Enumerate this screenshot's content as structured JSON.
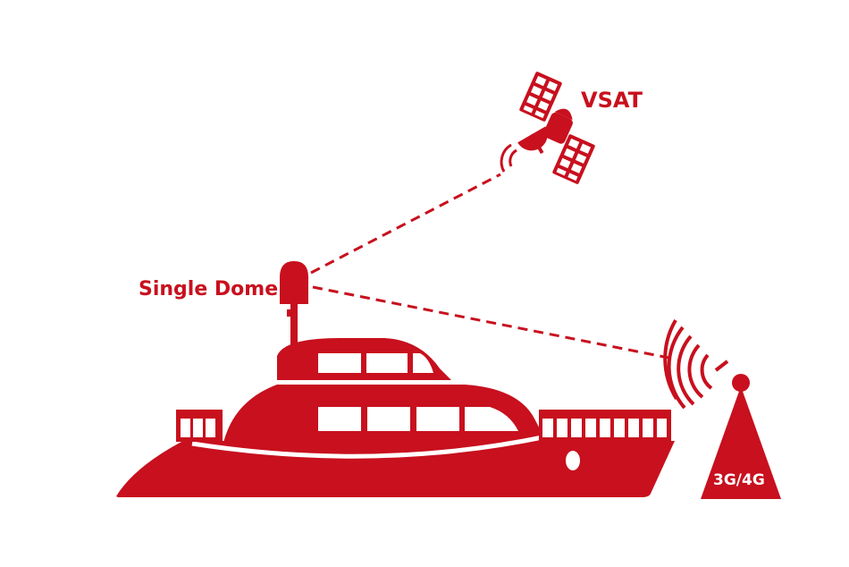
{
  "labels": {
    "vsat": "VSAT",
    "single_dome": "Single Dome",
    "cellular": "3G/4G"
  },
  "colors": {
    "primary": "#c8101e",
    "background": "#ffffff",
    "window": "#ffffff"
  },
  "icons": {
    "satellite": "satellite-icon",
    "dome": "dome-antenna-icon",
    "boat": "boat-icon",
    "tower": "cell-tower-icon",
    "signal": "signal-waves-icon"
  }
}
